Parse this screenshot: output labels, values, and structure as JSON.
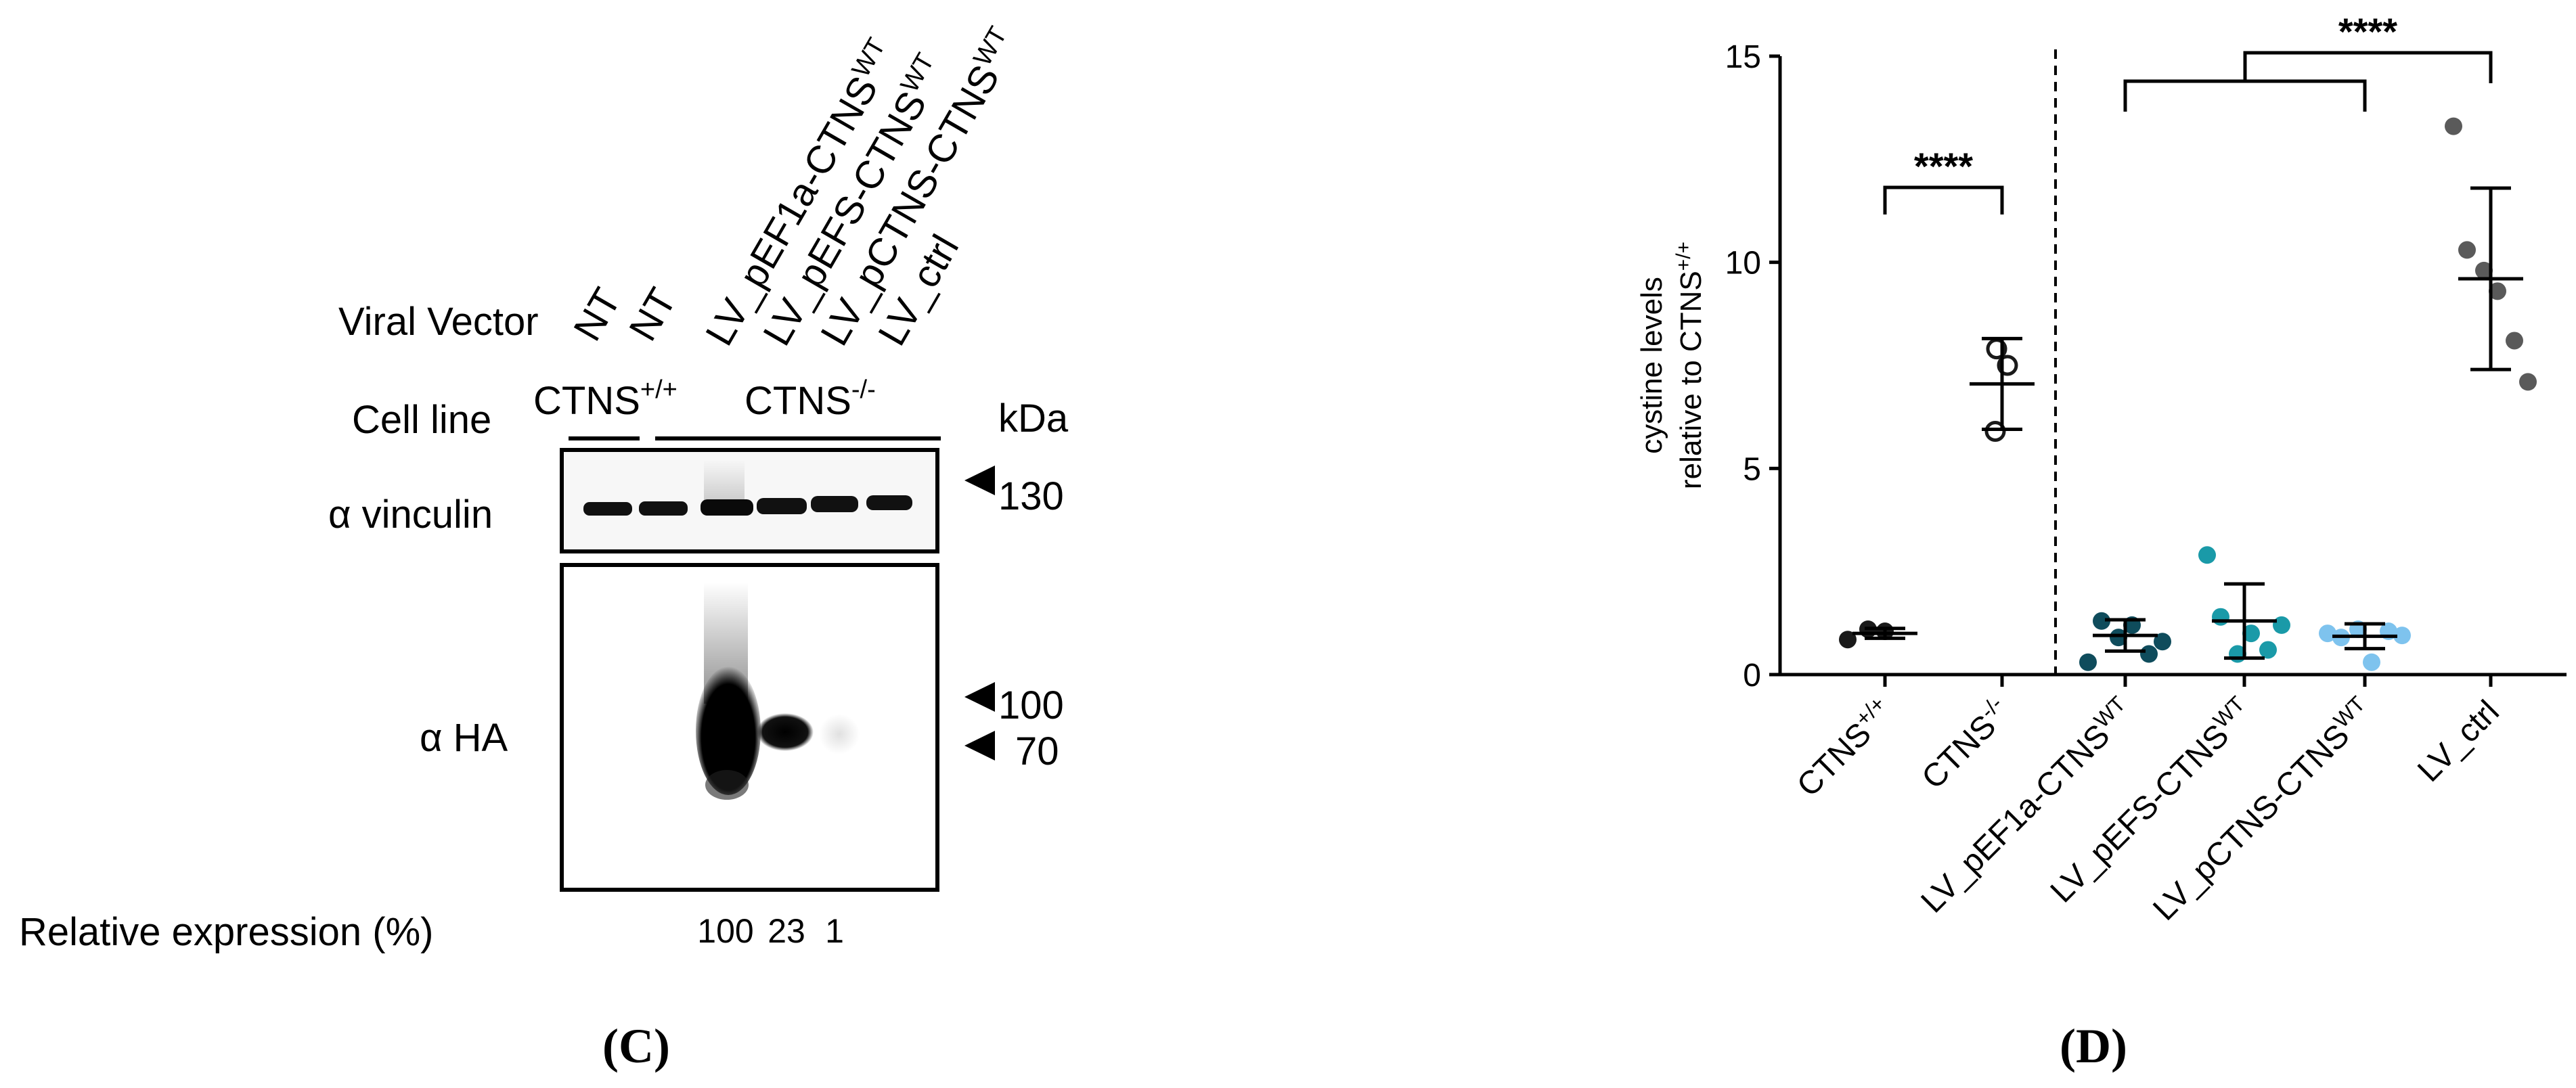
{
  "panel_c": {
    "panel_label": "(C)",
    "viral_vector_label": "Viral Vector",
    "cell_line_label": "Cell line",
    "kda_label": "kDa",
    "lanes": [
      "NT",
      "NT",
      "LV_pEF1a-CTNS",
      "LV_pEFS-CTNS",
      "LV_pCTNS-CTNS",
      "LV_ctrl"
    ],
    "lane_superscripts": [
      "",
      "",
      "WT",
      "WT",
      "WT",
      ""
    ],
    "cell_lines": [
      {
        "base": "CTNS",
        "sup": "+/+"
      },
      {
        "base": "CTNS",
        "sup": "-/-"
      }
    ],
    "blots": [
      {
        "label": "α vinculin",
        "markers": [
          "130"
        ]
      },
      {
        "label": "α HA",
        "markers": [
          "100",
          "70"
        ]
      }
    ],
    "relative_expression_label": "Relative  expression  (%)",
    "relative_expression_values": [
      "100",
      "23",
      "1"
    ]
  },
  "panel_d": {
    "panel_label": "(D)",
    "chart_data": {
      "type": "scatter",
      "ylabel_line1": "cystine levels",
      "ylabel_line2_base": "relative to CTNS",
      "ylabel_line2_sup": "+/+",
      "ylim": [
        0,
        15
      ],
      "yticks": [
        "0",
        "5",
        "10",
        "15"
      ],
      "categories": [
        {
          "base": "CTNS",
          "sup": "+/+"
        },
        {
          "base": "CTNS",
          "sup": "-/-"
        },
        {
          "base": "LV_pEF1a-CTNS",
          "sup": "WT"
        },
        {
          "base": "LV_pEFS-CTNS",
          "sup": "WT"
        },
        {
          "base": "LV_pCTNS-CTNS",
          "sup": "WT"
        },
        {
          "base": "LV_ctrl",
          "sup": ""
        }
      ],
      "series": [
        {
          "color": "#1a1a1a",
          "marker": "filled",
          "values": [
            0.85,
            1.1,
            1.05
          ],
          "mean": 1.0,
          "sd": 0.12
        },
        {
          "color": "#1a1a1a",
          "marker": "open",
          "values": [
            7.9,
            7.5,
            5.9
          ],
          "mean": 7.05,
          "sd": 1.1
        },
        {
          "color": "#0f4c5c",
          "marker": "filled",
          "values": [
            0.3,
            1.3,
            0.9,
            1.2,
            0.5,
            0.8
          ],
          "mean": 0.95,
          "sd": 0.38
        },
        {
          "color": "#1a9aa8",
          "marker": "filled",
          "values": [
            2.9,
            1.4,
            0.5,
            1.0,
            0.6,
            1.2
          ],
          "mean": 1.3,
          "sd": 0.9
        },
        {
          "color": "#7ec3ee",
          "marker": "filled",
          "values": [
            1.0,
            0.9,
            1.1,
            0.3,
            1.05,
            0.95
          ],
          "mean": 0.93,
          "sd": 0.3
        },
        {
          "color": "#5a5a5a",
          "marker": "filled",
          "values": [
            13.3,
            10.3,
            9.8,
            9.3,
            8.1,
            7.1
          ],
          "mean": 9.6,
          "sd": 2.2
        }
      ],
      "significance": [
        {
          "label": "****",
          "from": 0,
          "to": 1
        },
        {
          "label": "****",
          "from": "2-4",
          "to": 5
        }
      ]
    }
  }
}
